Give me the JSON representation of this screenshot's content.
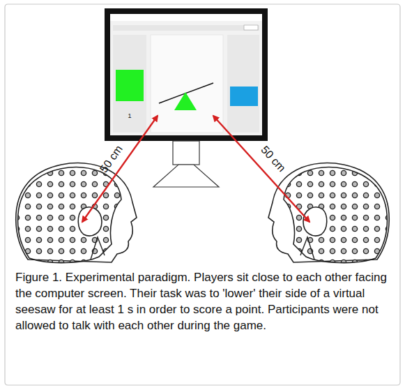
{
  "diagram": {
    "caption": "Figure 1. Experimental paradigm. Players sit close to each other facing the computer screen. Their task was to 'lower' their side of a virtual seesaw for at least 1 s in order to score a point. Participants were not allowed to talk with each other during the game.",
    "labels": [
      "1",
      "50 cm",
      "50 cm"
    ]
  }
}
